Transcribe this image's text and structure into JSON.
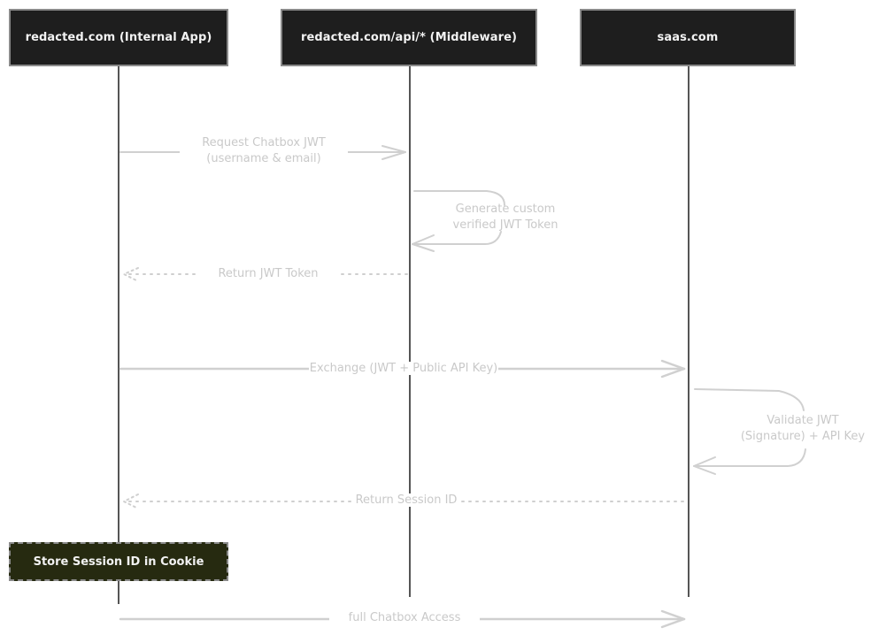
{
  "actors": [
    {
      "id": "app",
      "label": "redacted.com (Internal App)"
    },
    {
      "id": "middleware",
      "label": "redacted.com/api/* (Middleware)"
    },
    {
      "id": "saas",
      "label": "saas.com"
    }
  ],
  "messages": [
    {
      "from": "app",
      "to": "middleware",
      "style": "solid",
      "label_lines": [
        "Request Chatbox JWT",
        "(username & email)"
      ]
    },
    {
      "from": "middleware",
      "to": "middleware",
      "style": "solid",
      "self": true,
      "label_lines": [
        "Generate custom",
        "verified JWT Token"
      ]
    },
    {
      "from": "middleware",
      "to": "app",
      "style": "dotted",
      "label_lines": [
        "Return JWT Token"
      ]
    },
    {
      "from": "app",
      "to": "saas",
      "style": "solid",
      "label_lines": [
        "Exchange (JWT + Public API Key)"
      ]
    },
    {
      "from": "saas",
      "to": "saas",
      "style": "solid",
      "self": true,
      "label_lines": [
        "Validate JWT",
        "(Signature) + API Key"
      ]
    },
    {
      "from": "saas",
      "to": "app",
      "style": "dotted",
      "label_lines": [
        "Return Session ID"
      ]
    },
    {
      "from": "app",
      "to": "saas",
      "style": "solid",
      "label_lines": [
        "full Chatbox Access"
      ]
    }
  ],
  "note": {
    "actor": "app",
    "label": "Store Session ID in Cookie"
  },
  "colors": {
    "actor_fill": "#1e1e1e",
    "actor_border": "#8a8a8a",
    "actor_text": "#f2f2f2",
    "message_line": "#d0d0d0",
    "message_text": "#c9c9c9",
    "lifeline": "#555555",
    "note_fill": "#262a10",
    "note_border": "#8a8a8a"
  }
}
